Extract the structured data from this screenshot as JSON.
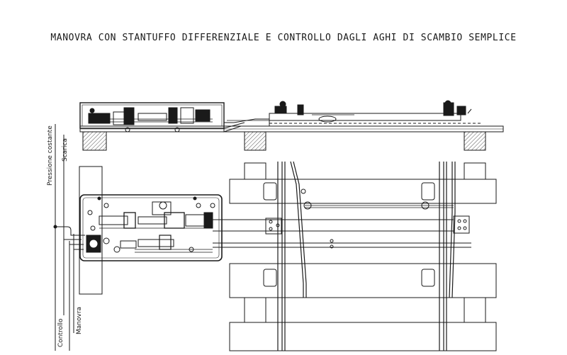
{
  "title": "MANOVRA CON STANTUFFO DIFFERENZIALE E CONTROLLO DAGLI AGHI DI SCAMBIO SEMPLICE",
  "pipe_labels": {
    "pressione": "Pressione costante",
    "scarica": "Scarica",
    "controllo": "Controllo",
    "manovra": "Manovra"
  },
  "colors": {
    "ink": "#1a1a1a",
    "paper": "#ffffff",
    "hatch": "#555555"
  }
}
